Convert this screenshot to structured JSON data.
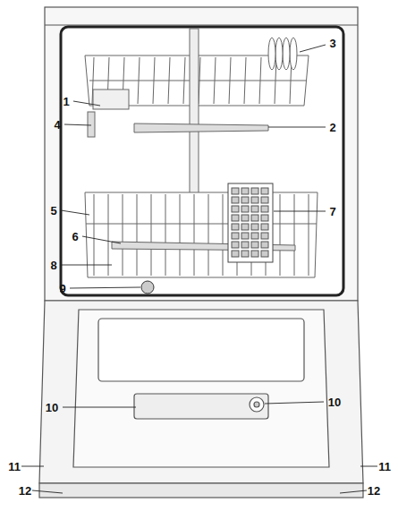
{
  "diagram": {
    "labels": [
      "1",
      "2",
      "3",
      "4",
      "5",
      "6",
      "7",
      "8",
      "9",
      "10",
      "10",
      "11",
      "11",
      "12",
      "12"
    ]
  }
}
